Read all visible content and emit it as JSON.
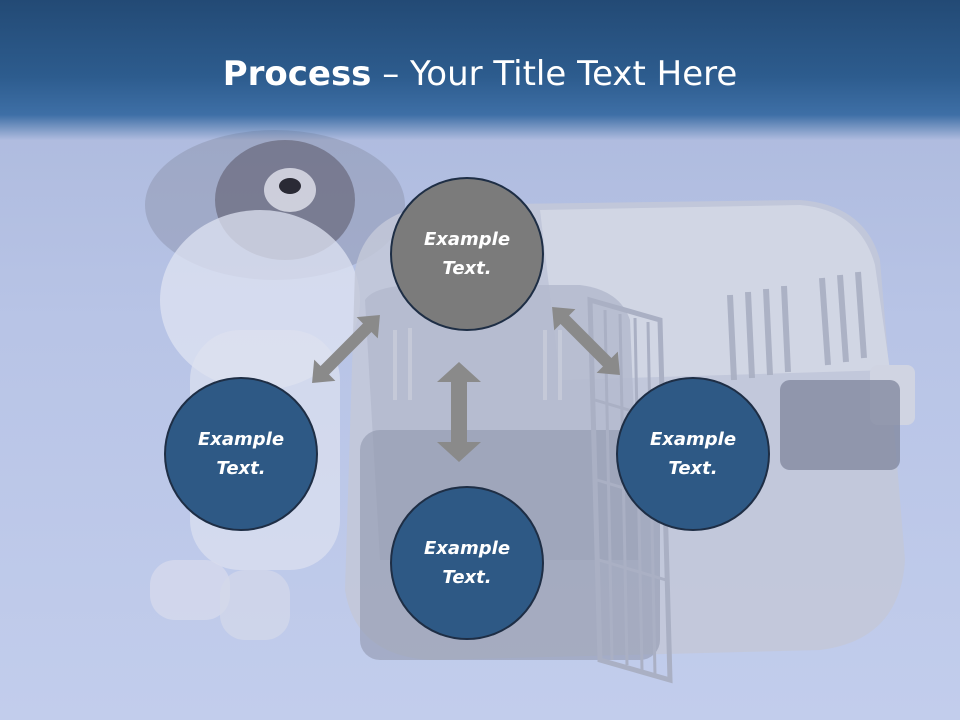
{
  "slide": {
    "title_bold": "Process",
    "title_rest": " – Your Title Text Here"
  },
  "process": {
    "top_label": "Example Text.",
    "left_label": "Example Text.",
    "right_label": "Example Text.",
    "bottom_label": "Example Text."
  },
  "colors": {
    "title_band": "#2d5c8e",
    "circle_blue": "#2e5985",
    "circle_gray": "#7b7b7b",
    "arrow": "#8a8a8a"
  }
}
